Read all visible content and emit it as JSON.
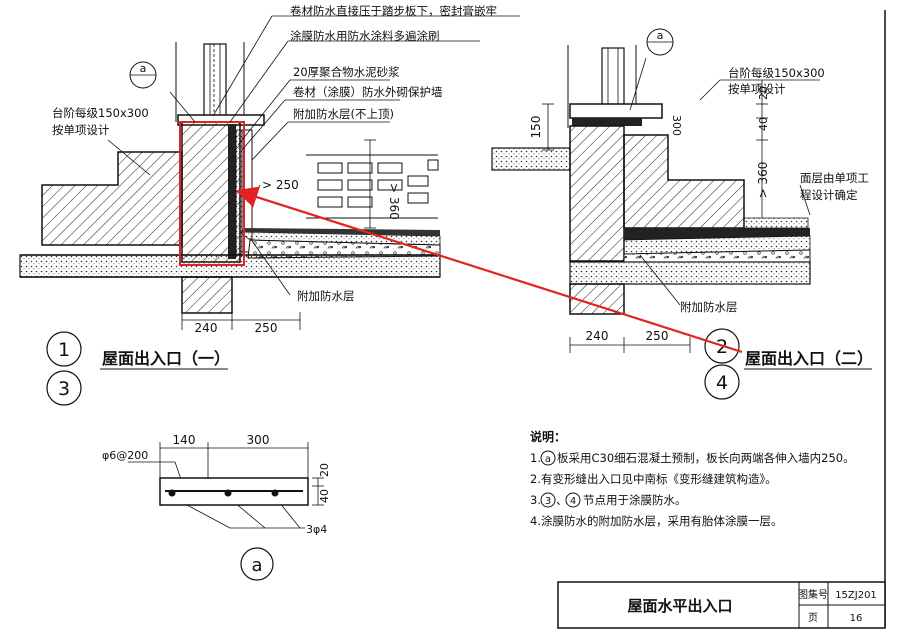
{
  "drawing": {
    "left_detail": {
      "callouts": {
        "c1": "卷材防水直接压于踏步板下，密封膏嵌牢",
        "c2": "涂膜防水用防水涂料多遍涂刷",
        "c3": "20厚聚合物水泥砂浆",
        "c4": "卷材（涂膜）防水外砌保护墙",
        "c5": "附加防水层(不上顶)"
      },
      "step_note_1": "台阶每级150x300",
      "step_note_2": "按单项设计",
      "extra_layer": "附加防水层",
      "dim_250_top": "> 250",
      "dim_360": "> 360",
      "dim_240": "240",
      "dim_250": "250",
      "ref_a": "a",
      "num_1": "1",
      "num_3": "3",
      "title": "屋面出入口（一）"
    },
    "right_detail": {
      "step_note_1": "台阶每级150x300",
      "step_note_2": "按单项设计",
      "surface_note_1": "面层由单项工",
      "surface_note_2": "程设计确定",
      "extra_layer": "附加防水层",
      "dim_150": "150",
      "dim_300": "300",
      "dim_20": "20",
      "dim_40": "40",
      "dim_360": "> 360",
      "dim_240": "240",
      "dim_250": "250",
      "ref_a": "a",
      "num_2": "2",
      "num_4": "4",
      "title": "屋面出入口（二）"
    },
    "detail_a": {
      "dim_140": "140",
      "dim_300": "300",
      "dim_20": "20",
      "dim_40": "40",
      "rebar_top": "φ6@200",
      "rebar_bottom": "3φ4",
      "ref": "a"
    },
    "notes": {
      "heading": "说明：",
      "n1_prefix": "1.",
      "n1_ref": "a",
      "n1_text": "板采用C30细石混凝土预制，板长向两端各伸入墙内250。",
      "n2": "2.有变形缝出入口见中南标《变形缝建筑构造》。",
      "n3_ref3": "3",
      "n3_sep": "、",
      "n3_ref4": "4",
      "n3_text": "节点用于涂膜防水。",
      "n4": "4.涂膜防水的附加防水层，采用有胎体涂膜一层。"
    },
    "title_block": {
      "title": "屋面水平出入口",
      "atlas_label": "图集号",
      "atlas_no": "15ZJ201",
      "page_label": "页",
      "page_no": "16"
    }
  },
  "colors": {
    "annotation": "#e52222",
    "line": "#111111",
    "hatch": "#222222",
    "background": "#ffffff"
  }
}
